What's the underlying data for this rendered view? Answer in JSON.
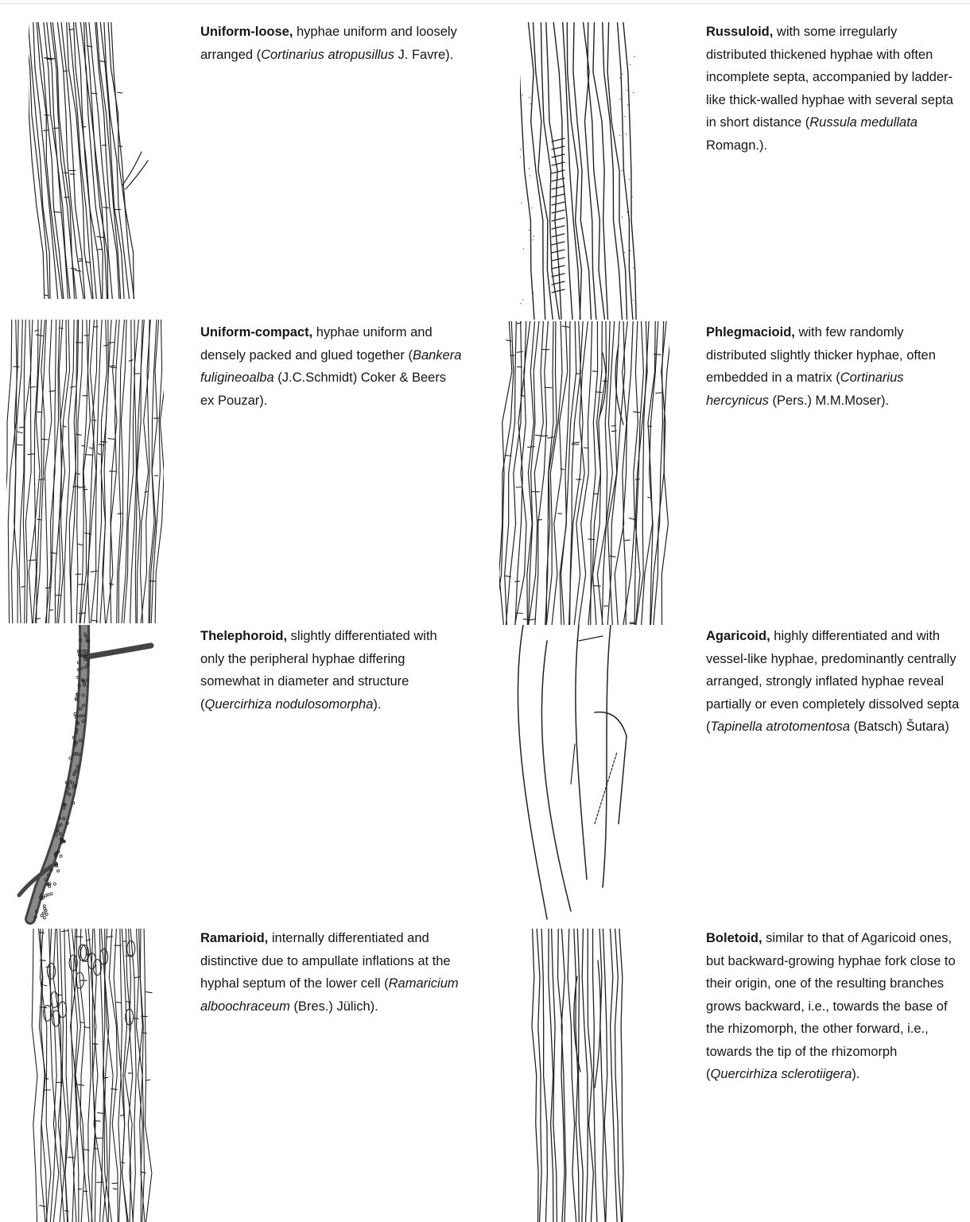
{
  "panels": [
    {
      "id": "uniform-loose",
      "drawing": "uniform-loose-rhizomorph-drawing",
      "caption": [
        {
          "text": "Uniform-loose,",
          "style": "bold"
        },
        {
          "text": " hyphae uniform and loosely arranged (",
          "style": "normal"
        },
        {
          "text": "Cortinarius atropusillus",
          "style": "italic"
        },
        {
          "text": " J. Favre).",
          "style": "normal"
        }
      ]
    },
    {
      "id": "russuloid",
      "drawing": "russuloid-rhizomorph-drawing",
      "caption": [
        {
          "text": "Russuloid,",
          "style": "bold"
        },
        {
          "text": " with some irregularly distributed thickened hyphae with often incomplete septa, accompanied by ladder-like thick-walled hyphae with several septa in short distance (",
          "style": "normal"
        },
        {
          "text": "Russula medullata",
          "style": "italic"
        },
        {
          "text": " Romagn.).",
          "style": "normal"
        }
      ]
    },
    {
      "id": "uniform-compact",
      "drawing": "uniform-compact-rhizomorph-drawing",
      "caption": [
        {
          "text": "Uniform-compact,",
          "style": "bold"
        },
        {
          "text": " hyphae uniform and densely packed and glued together (",
          "style": "normal"
        },
        {
          "text": "Bankera fuligineoalba",
          "style": "italic"
        },
        {
          "text": " (J.C.Schmidt) Coker & Beers ex Pouzar).",
          "style": "normal"
        }
      ]
    },
    {
      "id": "phlegmacioid",
      "drawing": "phlegmacioid-rhizomorph-drawing",
      "caption": [
        {
          "text": "Phlegmacioid,",
          "style": "bold"
        },
        {
          "text": " with few randomly distributed slightly thicker hyphae, often embedded in a matrix (",
          "style": "normal"
        },
        {
          "text": "Cortinarius hercynicus",
          "style": "italic"
        },
        {
          "text": " (Pers.) M.M.Moser).",
          "style": "normal"
        }
      ]
    },
    {
      "id": "thelephoroid",
      "drawing": "thelephoroid-rhizomorph-drawing",
      "caption": [
        {
          "text": "Thelephoroid,",
          "style": "bold"
        },
        {
          "text": " slightly differentiated with only the peripheral hyphae differing somewhat in diameter and structure (",
          "style": "normal"
        },
        {
          "text": "Quercirhiza nodulosomorpha",
          "style": "italic"
        },
        {
          "text": ").",
          "style": "normal"
        }
      ]
    },
    {
      "id": "agaricoid",
      "drawing": "agaricoid-rhizomorph-drawing",
      "caption": [
        {
          "text": "Agaricoid,",
          "style": "bold"
        },
        {
          "text": " highly differentiated and with vessel-like hyphae, predominantly centrally arranged, strongly inflated hyphae reveal partially or even completely dissolved septa (",
          "style": "normal"
        },
        {
          "text": "Tapinella atrotomentosa",
          "style": "italic"
        },
        {
          "text": " (Batsch) Šutara)",
          "style": "normal"
        }
      ]
    },
    {
      "id": "ramarioid",
      "drawing": "ramarioid-rhizomorph-drawing",
      "caption": [
        {
          "text": "Ramarioid,",
          "style": "bold"
        },
        {
          "text": " internally differentiated and distinctive due to ampullate inflations at the hyphal septum of the lower cell (",
          "style": "normal"
        },
        {
          "text": "Ramaricium alboochraceum",
          "style": "italic"
        },
        {
          "text": " (Bres.) Jülich).",
          "style": "normal"
        }
      ]
    },
    {
      "id": "boletoid",
      "drawing": "boletoid-rhizomorph-drawing",
      "caption": [
        {
          "text": "Boletoid,",
          "style": "bold"
        },
        {
          "text": " similar to that of Agaricoid ones, but backward-growing hyphae fork close to their origin, one of the resulting branches grows backward, i.e., towards the base of the rhizomorph, the other forward, i.e., towards the tip of the rhizomorph (",
          "style": "normal"
        },
        {
          "text": "Quercirhiza sclerotiigera",
          "style": "italic"
        },
        {
          "text": ").",
          "style": "normal"
        }
      ]
    }
  ]
}
